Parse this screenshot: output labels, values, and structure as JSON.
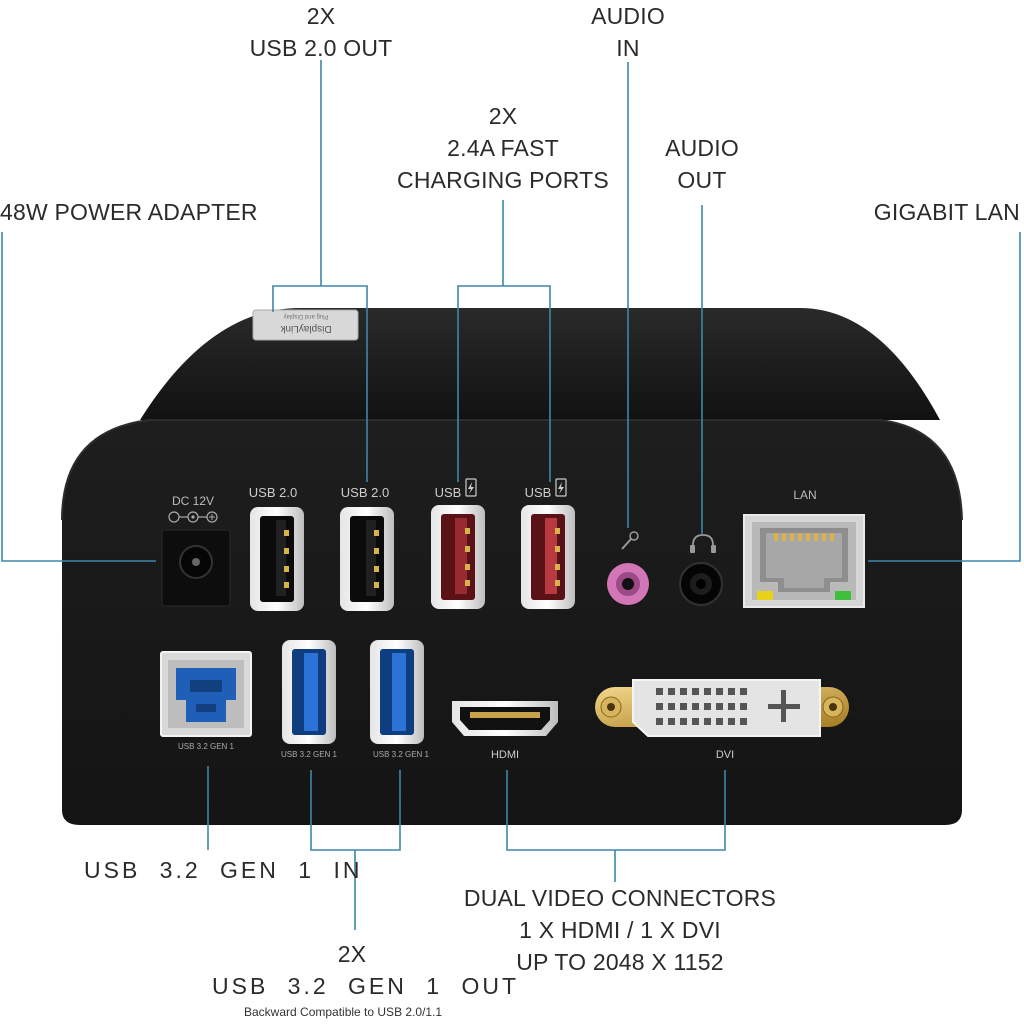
{
  "callouts": {
    "usb20_out": [
      "2X",
      "USB 2.0 OUT"
    ],
    "audio_in": [
      "AUDIO",
      "IN"
    ],
    "fast_charging": [
      "2X",
      "2.4A FAST",
      "CHARGING PORTS"
    ],
    "audio_out": [
      "AUDIO",
      "OUT"
    ],
    "power_adapter": [
      "48W POWER ADAPTER"
    ],
    "gigabit_lan": [
      "GIGABIT LAN"
    ],
    "usb32_in": [
      "USB 3.2 GEN 1 IN"
    ],
    "video": [
      "DUAL VIDEO CONNECTORS",
      "1 X HDMI / 1 X DVI",
      "UP TO 2048 X 1152"
    ],
    "usb32_out": [
      "2X",
      "USB 3.2 GEN 1 OUT"
    ],
    "backward_note": "Backward Compatible to USB 2.0/1.1"
  },
  "device": {
    "brand_logo": "DisplayLink",
    "brand_tagline": "Plug and Display",
    "dc_label": "DC 12V",
    "usb20_label": "USB 2.0",
    "usb_charge_label": "USB",
    "lan_label": "LAN",
    "usb32_label": "USB 3.2 GEN 1",
    "hdmi_label": "HDMI",
    "dvi_label": "DVI",
    "mic_icon": "microphone-icon",
    "headphone_icon": "headphones-icon",
    "battery_icon": "battery-charging-icon"
  },
  "colors": {
    "device_body": "#1a1a1a",
    "callout_line": "#3f86a8",
    "usb3_blue": "#1f5fb8",
    "charge_red": "#8e1e24",
    "audio_in_pink": "#d276b8",
    "lan_led_yellow": "#e8d21a",
    "lan_led_green": "#3fbf3a"
  }
}
